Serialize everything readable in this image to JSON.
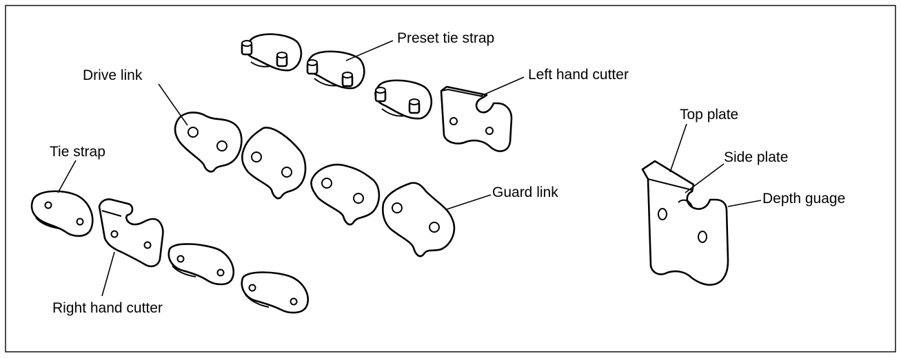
{
  "labels": {
    "preset_tie_strap": "Preset tie strap",
    "left_hand_cutter": "Left hand cutter",
    "drive_link": "Drive link",
    "tie_strap": "Tie strap",
    "guard_link": "Guard link",
    "right_hand_cutter": "Right hand cutter",
    "top_plate": "Top plate",
    "side_plate": "Side plate",
    "depth_guage": "Depth guage"
  }
}
